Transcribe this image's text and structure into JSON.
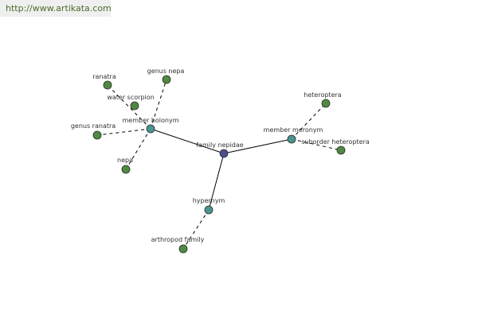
{
  "header": {
    "url": "http://www.artikata.com"
  },
  "colors": {
    "center_node": "#4b4f8f",
    "relation_node": "#4a9490",
    "term_node": "#4f8a42",
    "node_border": "#2b2b2b",
    "edge": "#000000"
  },
  "graph": {
    "nodes": [
      {
        "id": "family-nepidae",
        "label": "family nepidae",
        "kind": "center"
      },
      {
        "id": "member-holonym",
        "label": "member holonym",
        "kind": "relation"
      },
      {
        "id": "member-meronym",
        "label": "member meronym",
        "kind": "relation"
      },
      {
        "id": "hypernym",
        "label": "hypernym",
        "kind": "relation"
      },
      {
        "id": "ranatra",
        "label": "ranatra",
        "kind": "term"
      },
      {
        "id": "genus-nepa",
        "label": "genus nepa",
        "kind": "term"
      },
      {
        "id": "water-scorpion",
        "label": "water scorpion",
        "kind": "term"
      },
      {
        "id": "genus-ranatra",
        "label": "genus ranatra",
        "kind": "term"
      },
      {
        "id": "nepa",
        "label": "nepa",
        "kind": "term"
      },
      {
        "id": "heteroptera",
        "label": "heteroptera",
        "kind": "term"
      },
      {
        "id": "suborder-heteroptera",
        "label": "suborder heteroptera",
        "kind": "term"
      },
      {
        "id": "arthropod-family",
        "label": "arthropod family",
        "kind": "term"
      }
    ],
    "edges": [
      {
        "from": "family-nepidae",
        "to": "member-holonym",
        "style": "solid"
      },
      {
        "from": "family-nepidae",
        "to": "member-meronym",
        "style": "solid"
      },
      {
        "from": "family-nepidae",
        "to": "hypernym",
        "style": "solid"
      },
      {
        "from": "member-holonym",
        "to": "ranatra",
        "style": "dashed"
      },
      {
        "from": "member-holonym",
        "to": "genus-nepa",
        "style": "dashed"
      },
      {
        "from": "member-holonym",
        "to": "genus-ranatra",
        "style": "dashed"
      },
      {
        "from": "member-holonym",
        "to": "nepa",
        "style": "dashed"
      },
      {
        "from": "member-meronym",
        "to": "heteroptera",
        "style": "dashed"
      },
      {
        "from": "member-meronym",
        "to": "suborder-heteroptera",
        "style": "dashed"
      },
      {
        "from": "hypernym",
        "to": "arthropod-family",
        "style": "dashed"
      }
    ]
  }
}
